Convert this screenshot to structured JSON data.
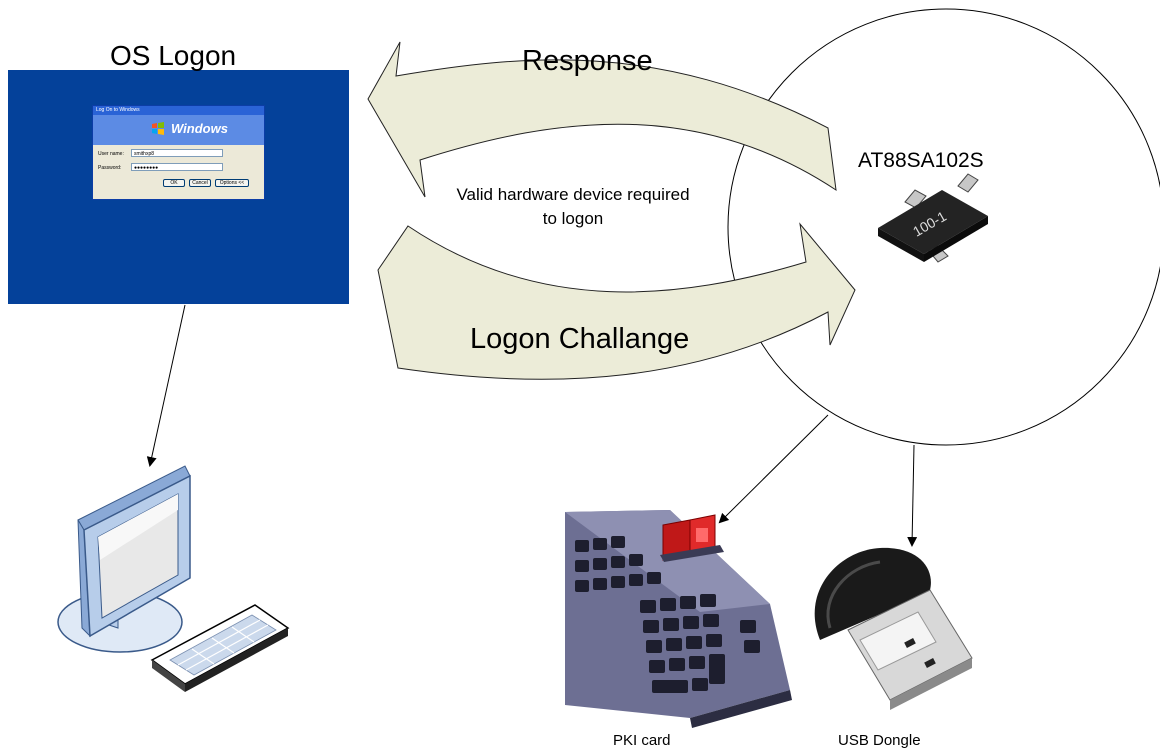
{
  "diagram": {
    "title_os": "OS Logon",
    "arrow_response": "Response",
    "arrow_challenge": "Logon Challange",
    "chip_name": "AT88SA102S",
    "chip_marking": "100-1",
    "note": "Valid hardware device required to logon",
    "pki_label": "PKI card",
    "usb_label": "USB Dongle"
  },
  "dialog": {
    "title": "Log On to Windows",
    "brand": "Windows",
    "user_label": "User name:",
    "user_value": "smithxp8",
    "pass_label": "Password:",
    "pass_value": "●●●●●●●●",
    "ok": "OK",
    "cancel": "Cancel",
    "options": "Options <<"
  },
  "colors": {
    "arrow_fill": "#ececd8",
    "screen_blue": "#04419a",
    "monitor_blue": "#b7cdea"
  }
}
